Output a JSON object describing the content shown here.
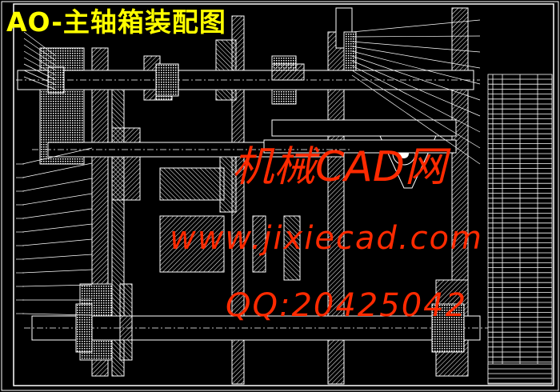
{
  "drawing": {
    "title": "AO-主轴箱装配图",
    "watermark": {
      "site_name": "机械CAD网",
      "url": "www.jixiecad.com",
      "qq": "QQ:20425042"
    }
  },
  "colors": {
    "background": "#000000",
    "lines": "#ffffff",
    "title": "#ffff00",
    "watermark": "#ff2a00"
  }
}
